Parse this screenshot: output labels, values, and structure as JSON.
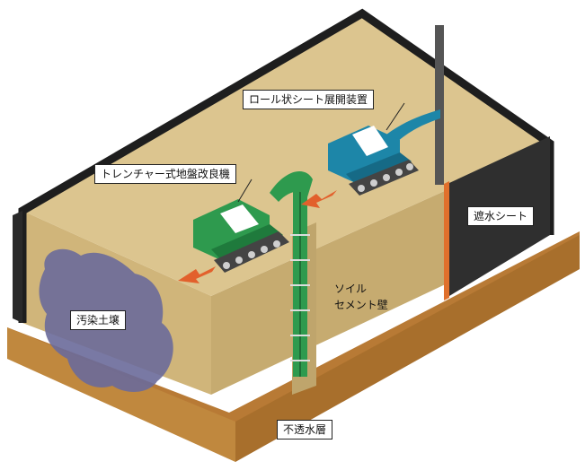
{
  "labels": {
    "roll_sheet_device": "ロール状シート展開装置",
    "trencher": "トレンチャー式地盤改良機",
    "waterproof_sheet": "遮水シート",
    "soil_cement_line1": "ソイル",
    "soil_cement_line2": "セメント壁",
    "contaminated_soil": "汚染土壌",
    "impermeable_layer": "不透水層"
  },
  "colors": {
    "ground_top": "#dcc58f",
    "ground_front": "#d0b57a",
    "ground_right": "#c6ab70",
    "base_layer": "#c0883e",
    "outer_wall": "#1e1e1e",
    "waterproof_sheet": "#2f2f2f",
    "trencher_machine": "#2e9a4e",
    "roll_sheet_machine": "#1d86a8",
    "contaminated_soil": "#6a6a9a",
    "arrow": "#e2602c",
    "sheet_pole": "#555555",
    "sheet_edge": "#e0702c"
  },
  "icons": [
    "trencher-machine-icon",
    "roll-sheet-machine-icon",
    "direction-arrow-icon"
  ]
}
